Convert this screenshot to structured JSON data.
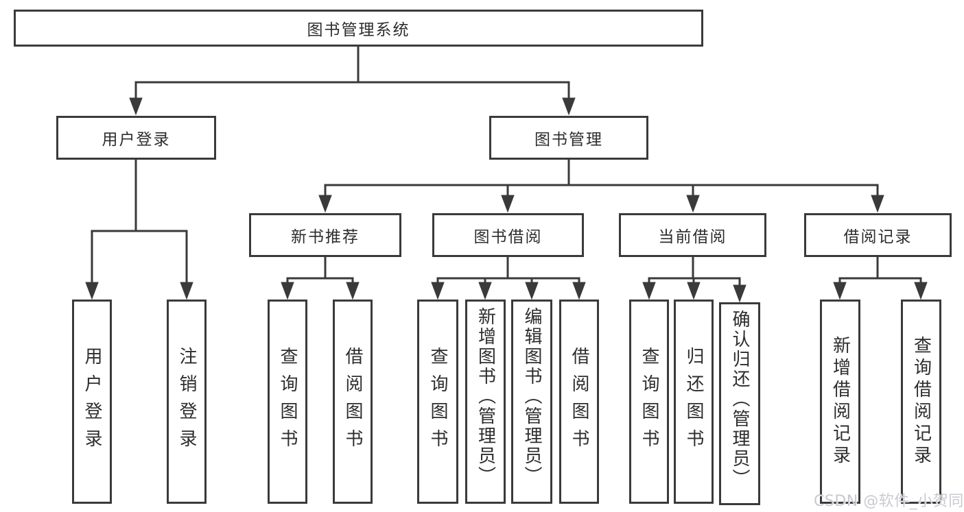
{
  "root": {
    "label": "图书管理系统"
  },
  "user_login": {
    "label": "用户登录",
    "children": [
      {
        "label": "用户登录"
      },
      {
        "label": "注销登录"
      }
    ]
  },
  "book_mgmt": {
    "label": "图书管理",
    "groups": [
      {
        "label": "新书推荐",
        "children": [
          {
            "label": "查询图书"
          },
          {
            "label": "借阅图书"
          }
        ]
      },
      {
        "label": "图书借阅",
        "children": [
          {
            "label": "查询图书"
          },
          {
            "label": "新增图书（管理员）"
          },
          {
            "label": "编辑图书（管理员）"
          },
          {
            "label": "借阅图书"
          }
        ]
      },
      {
        "label": "当前借阅",
        "children": [
          {
            "label": "查询图书"
          },
          {
            "label": "归还图书"
          },
          {
            "label": "确认归还（管理员）"
          }
        ]
      },
      {
        "label": "借阅记录",
        "children": [
          {
            "label": "新增借阅记录"
          },
          {
            "label": "查询借阅记录"
          }
        ]
      }
    ]
  },
  "watermark": {
    "text": "CSDN @软件_小贺同学"
  },
  "colors": {
    "line": "#3a3a3a",
    "text": "#2d2d2d",
    "watermark": "#c9c9d1",
    "background": "#ffffff"
  }
}
